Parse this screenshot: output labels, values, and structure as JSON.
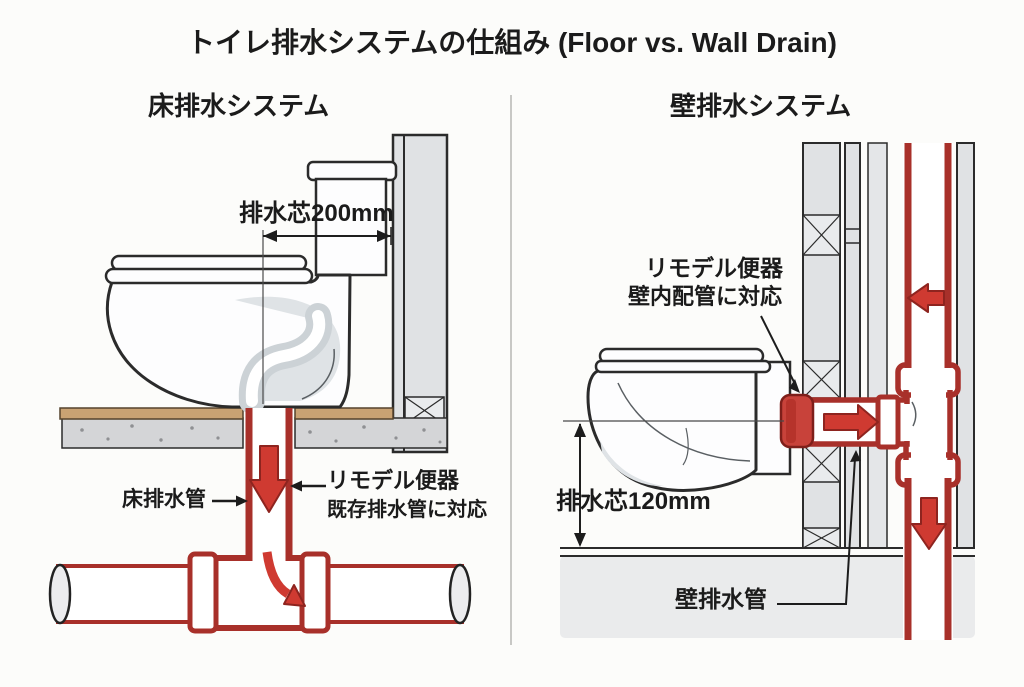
{
  "title": "トイレ排水システムの仕組み (Floor vs. Wall Drain)",
  "panels": {
    "left": {
      "heading": "床排水システム",
      "dimension_label": "排水芯200mm",
      "pipe_label": "床排水管",
      "callout_title": "リモデル便器",
      "callout_subtitle": "既存排水管に対応"
    },
    "right": {
      "heading": "壁排水システム",
      "callout_title": "リモデル便器",
      "callout_subtitle": "壁内配管に対応",
      "dimension_label": "排水芯120mm",
      "pipe_label": "壁排水管"
    }
  },
  "icons": {
    "flow_down": "flow-arrow-down-icon",
    "flow_right": "flow-arrow-right-icon",
    "flow_left": "flow-arrow-left-icon",
    "flow_curve": "flow-arrow-curve-icon",
    "dimension_arrows": "dimension-double-arrow-icon"
  },
  "colors": {
    "pipe_red": "#a8302a",
    "arrow_red": "#cf3a31",
    "arrow_dark": "#8e241f",
    "connector_red": "#c8423a",
    "ink": "#2b2b2b",
    "text": "#1b1b1b",
    "wall_gray": "#e0e2e4",
    "concrete_gray": "#d4d5d7",
    "slab_gray": "#eaebec",
    "wood_tan": "#c9a273",
    "wood_dark": "#55432c",
    "porcelain": "#fdfdfe",
    "divider": "#c8c8c5",
    "background": "#fcfcfa"
  }
}
